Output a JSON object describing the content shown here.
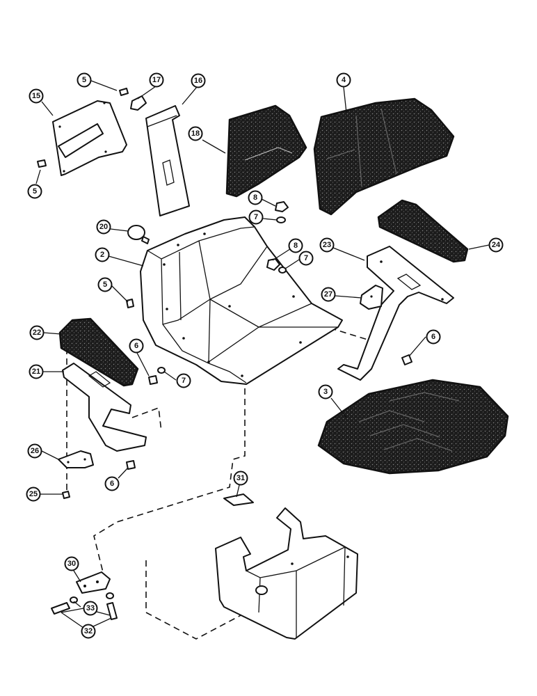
{
  "diagram": {
    "type": "exploded-parts-diagram",
    "colors": {
      "line": "#111111",
      "pad": "#1a1a1a",
      "background": "#ffffff"
    },
    "callouts": [
      {
        "id": "c2",
        "label": "2"
      },
      {
        "id": "c3",
        "label": "3"
      },
      {
        "id": "c4",
        "label": "4"
      },
      {
        "id": "c5a",
        "label": "5"
      },
      {
        "id": "c5b",
        "label": "5"
      },
      {
        "id": "c5c",
        "label": "5"
      },
      {
        "id": "c6a",
        "label": "6"
      },
      {
        "id": "c6b",
        "label": "6"
      },
      {
        "id": "c6c",
        "label": "6"
      },
      {
        "id": "c7a",
        "label": "7"
      },
      {
        "id": "c7b",
        "label": "7"
      },
      {
        "id": "c7c",
        "label": "7"
      },
      {
        "id": "c8a",
        "label": "8"
      },
      {
        "id": "c8b",
        "label": "8"
      },
      {
        "id": "c15",
        "label": "15"
      },
      {
        "id": "c16",
        "label": "16"
      },
      {
        "id": "c17",
        "label": "17"
      },
      {
        "id": "c18",
        "label": "18"
      },
      {
        "id": "c20",
        "label": "20"
      },
      {
        "id": "c21",
        "label": "21"
      },
      {
        "id": "c22",
        "label": "22"
      },
      {
        "id": "c23",
        "label": "23"
      },
      {
        "id": "c24",
        "label": "24"
      },
      {
        "id": "c25",
        "label": "25"
      },
      {
        "id": "c26",
        "label": "26"
      },
      {
        "id": "c27",
        "label": "27"
      },
      {
        "id": "c30",
        "label": "30"
      },
      {
        "id": "c31",
        "label": "31"
      },
      {
        "id": "c32",
        "label": "32"
      },
      {
        "id": "c33",
        "label": "33"
      }
    ]
  }
}
